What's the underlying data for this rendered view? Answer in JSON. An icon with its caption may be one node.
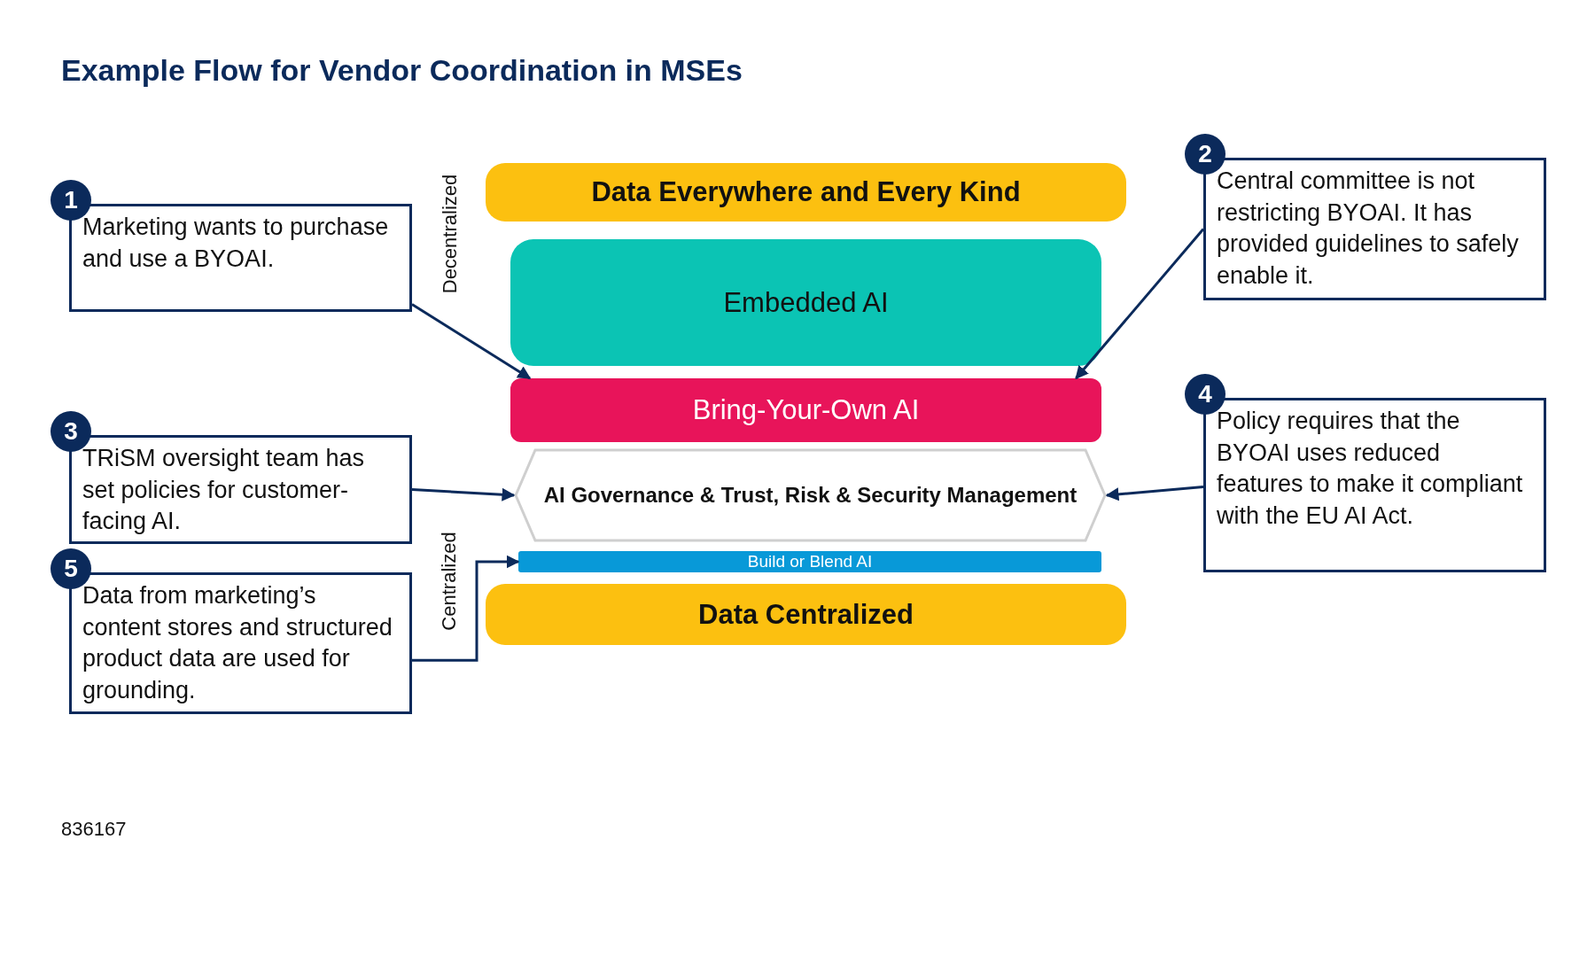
{
  "diagram": {
    "title": "Example Flow for Vendor Coordination in MSEs",
    "nodes": [
      {
        "text": [
          "Data Everywhere and Every Kind"
        ]
      },
      {
        "text": [
          "Embedded AI"
        ]
      },
      {
        "text": [
          "Bring-Your-Own AI"
        ]
      },
      {
        "text": [
          "AI Governance & Trust, Risk & Security Management"
        ]
      },
      {
        "text": [
          "Build or Blend AI"
        ]
      },
      {
        "text": [
          "Data Centralized"
        ]
      },
      {
        "text": [
          "1",
          "Marketing wants to purchase and use a BYOAI."
        ]
      },
      {
        "text": [
          "2",
          "Central committee is not restricting BYOAI. It has provided guidelines to safely enable it."
        ]
      },
      {
        "text": [
          "3",
          "TRiSM oversight team has set policies for customer-facing AI."
        ]
      },
      {
        "text": [
          "4",
          "Policy requires that the BYOAI uses reduced features to make it compliant with the EU AI Act."
        ]
      },
      {
        "text": [
          "5",
          "Data from marketing’s content stores and structured product data are used for grounding."
        ]
      }
    ],
    "edges": [
      {
        "from": 6,
        "to": 2,
        "arrow": "to"
      },
      {
        "from": 7,
        "to": 2,
        "arrow": "to"
      },
      {
        "from": 8,
        "to": 3,
        "arrow": "to"
      },
      {
        "from": 9,
        "to": 3,
        "arrow": "to"
      },
      {
        "from": 10,
        "to": 4,
        "arrow": "to"
      }
    ],
    "labels": [
      "Decentralized",
      "Centralized",
      "836167"
    ]
  }
}
